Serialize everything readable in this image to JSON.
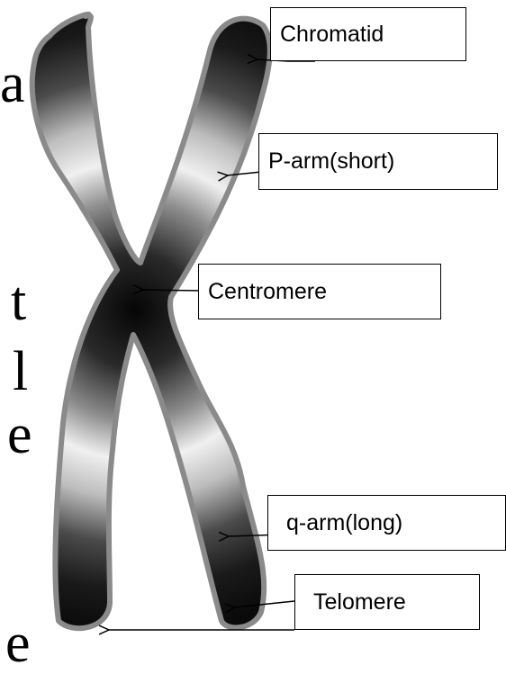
{
  "labels": {
    "chromatid": "Chromatid",
    "p_arm": "P-arm(short)",
    "centromere": "Centromere",
    "q_arm": "q-arm(long)",
    "telomere": "Telomere"
  },
  "background_glyphs": [
    "a",
    "t",
    "l",
    "e",
    "e"
  ],
  "colors": {
    "chromosome_outline": "#8a8a8a",
    "chromosome_dark": "#111111",
    "chromosome_light": "#f2f2f2",
    "line": "#000000"
  }
}
